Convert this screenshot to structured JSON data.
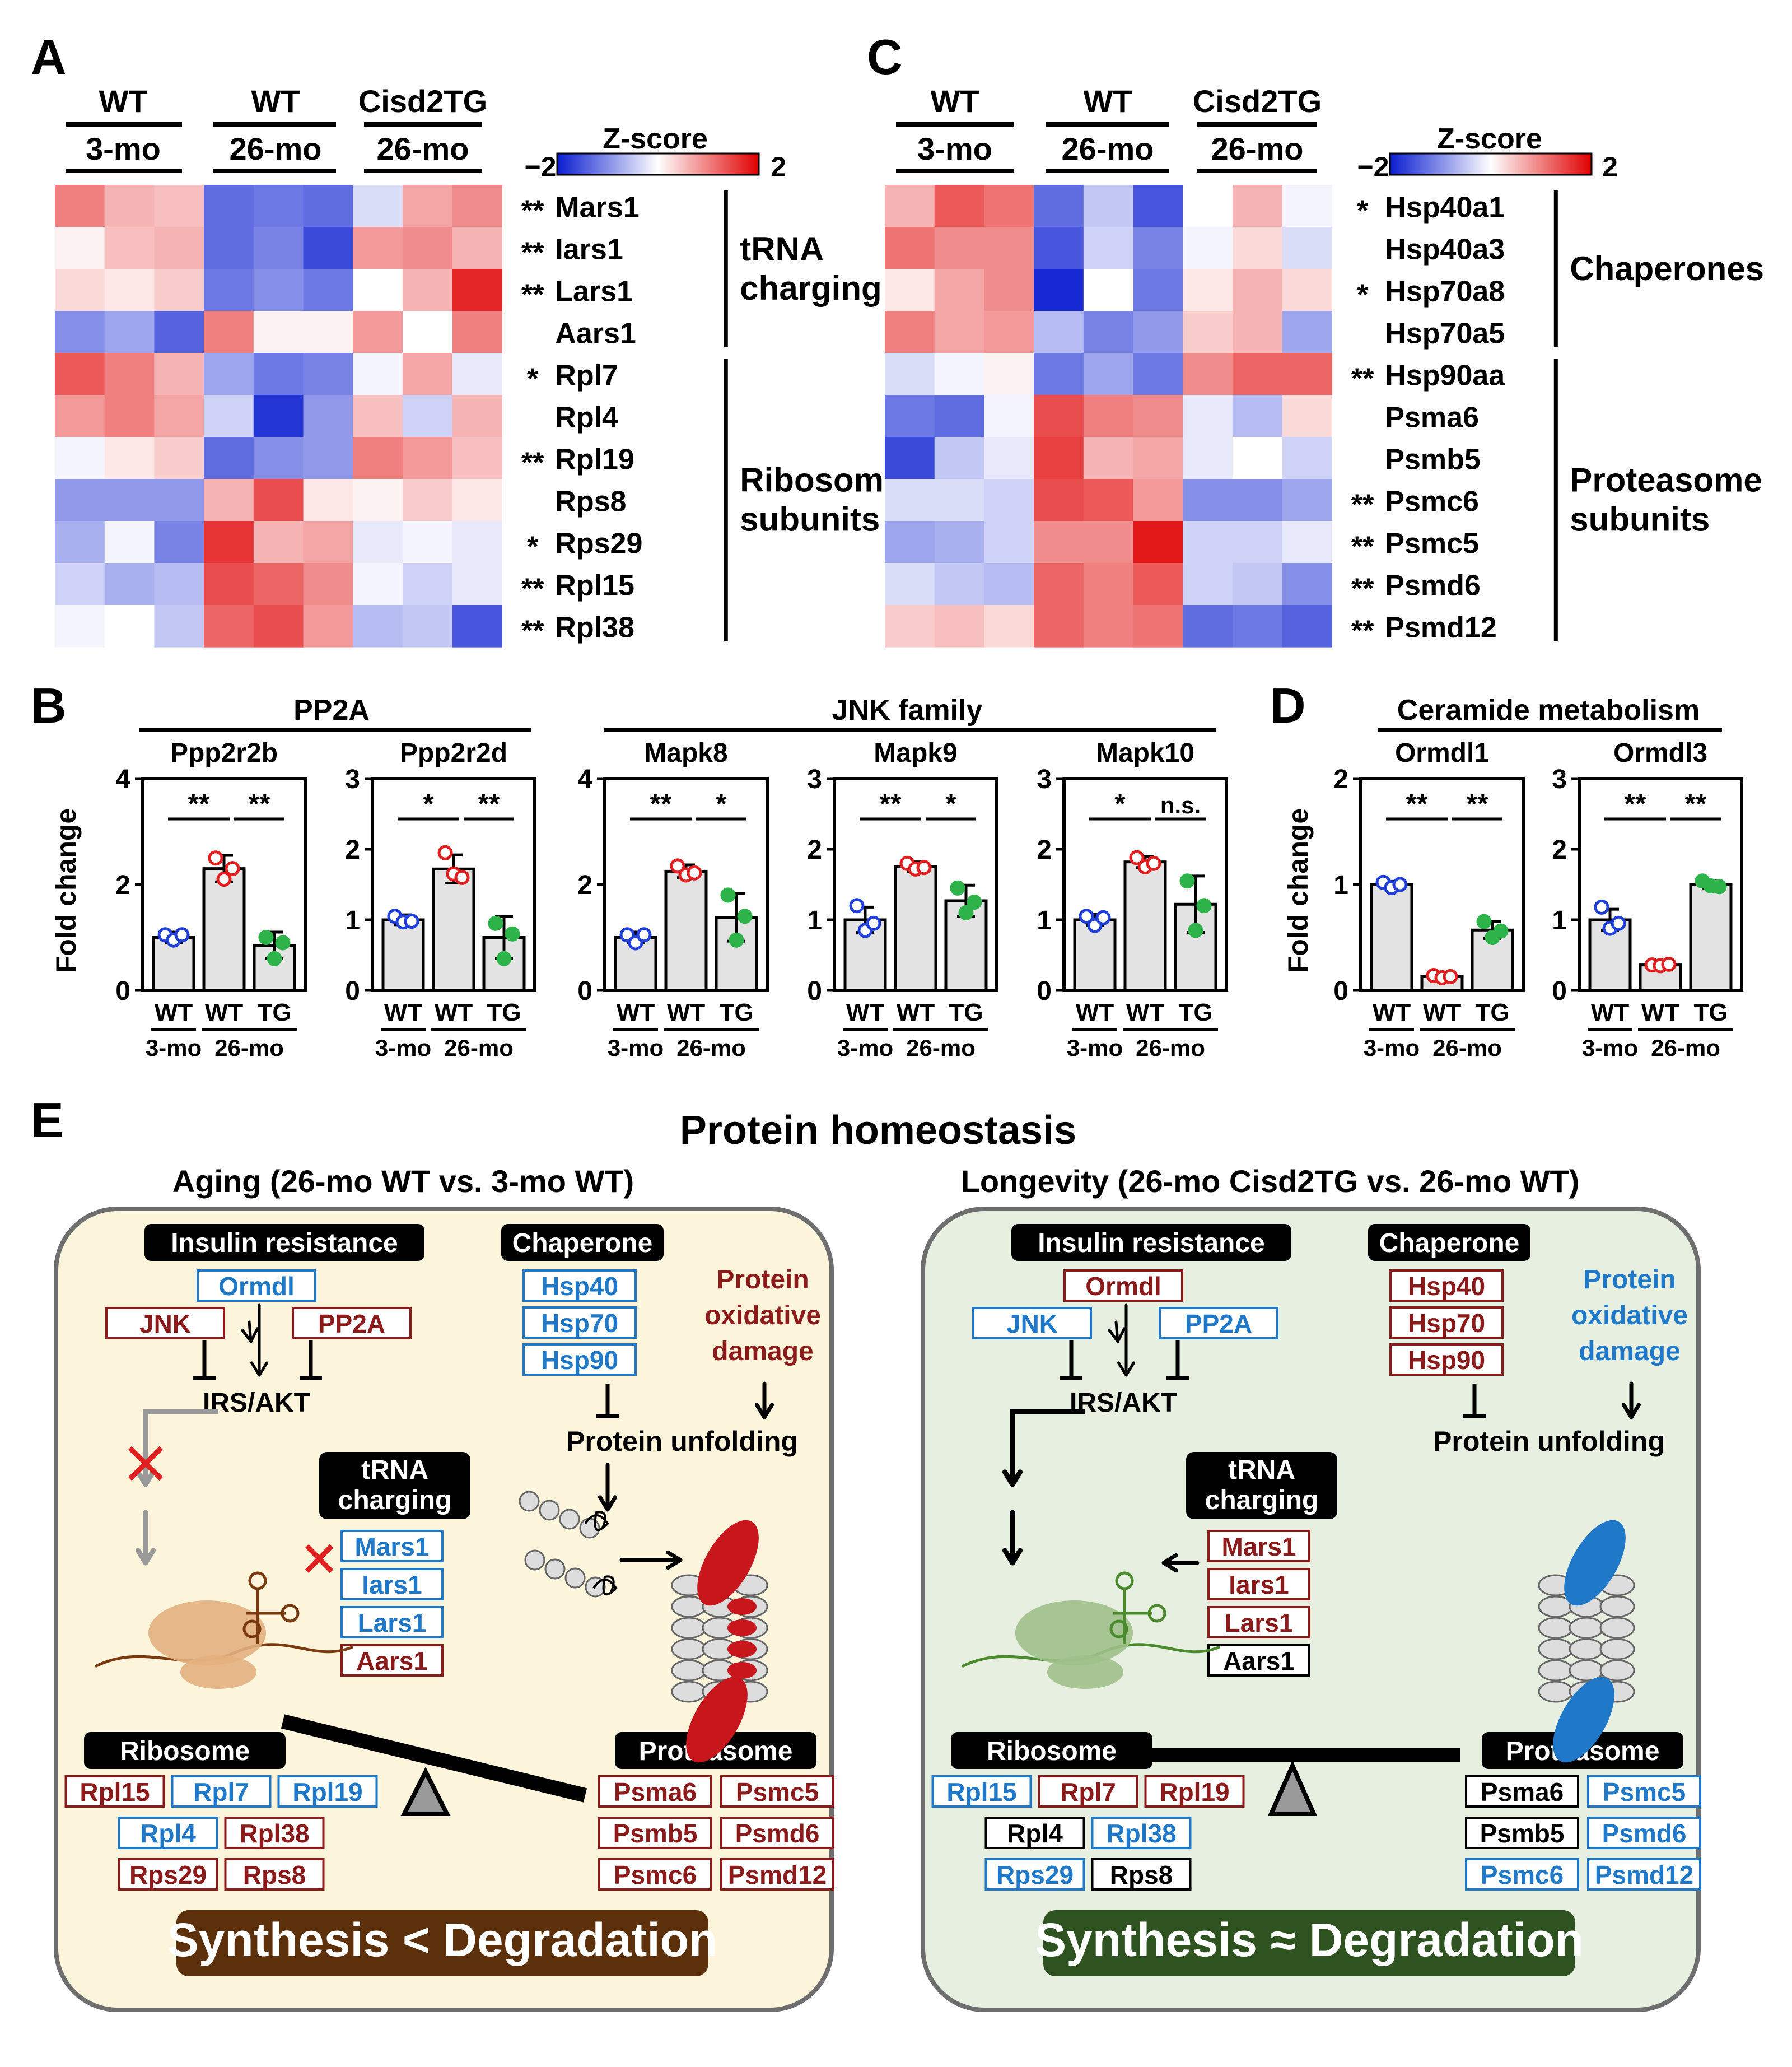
{
  "panelA": {
    "label": "A",
    "groups": [
      {
        "top": "WT",
        "bottom": "3-mo"
      },
      {
        "top": "WT",
        "bottom": "26-mo"
      },
      {
        "top": "Cisd2TG",
        "bottom": "26-mo"
      }
    ],
    "colorbar": {
      "title": "Z-score",
      "min": "−2",
      "max": "2"
    },
    "rows": [
      {
        "gene": "Mars1",
        "sig": "**"
      },
      {
        "gene": "Iars1",
        "sig": "**"
      },
      {
        "gene": "Lars1",
        "sig": "**"
      },
      {
        "gene": "Aars1",
        "sig": ""
      },
      {
        "gene": "Rpl7",
        "sig": "*"
      },
      {
        "gene": "Rpl4",
        "sig": ""
      },
      {
        "gene": "Rpl19",
        "sig": "**"
      },
      {
        "gene": "Rps8",
        "sig": ""
      },
      {
        "gene": "Rps29",
        "sig": "*"
      },
      {
        "gene": "Rpl15",
        "sig": "**"
      },
      {
        "gene": "Rpl38",
        "sig": "**"
      }
    ],
    "categories": [
      {
        "lines": [
          "tRNA",
          "charging"
        ]
      },
      {
        "lines": [
          "Ribosome",
          "subunits"
        ]
      }
    ],
    "z": [
      [
        1.0,
        0.6,
        0.5,
        -1.3,
        -1.2,
        -1.3,
        -0.3,
        0.7,
        0.9
      ],
      [
        0.1,
        0.5,
        0.6,
        -1.3,
        -1.1,
        -1.6,
        0.8,
        0.9,
        0.6
      ],
      [
        0.3,
        0.2,
        0.4,
        -1.2,
        -1.0,
        -1.2,
        0.0,
        0.6,
        1.7
      ],
      [
        -1.0,
        -0.8,
        -1.4,
        1.0,
        0.1,
        0.1,
        0.8,
        0.0,
        1.0
      ],
      [
        1.3,
        1.0,
        0.6,
        -0.8,
        -1.2,
        -1.1,
        -0.1,
        0.7,
        -0.2
      ],
      [
        0.8,
        1.0,
        0.7,
        -0.4,
        -1.8,
        -0.9,
        0.5,
        -0.4,
        0.6
      ],
      [
        -0.1,
        0.2,
        0.4,
        -1.3,
        -1.0,
        -0.9,
        1.0,
        0.8,
        0.5
      ],
      [
        -0.9,
        -0.9,
        -0.9,
        0.6,
        1.4,
        0.2,
        0.1,
        0.4,
        0.2
      ],
      [
        -0.7,
        -0.1,
        -1.1,
        1.6,
        0.6,
        0.7,
        -0.2,
        -0.1,
        -0.2
      ],
      [
        -0.4,
        -0.7,
        -0.6,
        1.4,
        1.2,
        0.9,
        -0.1,
        -0.4,
        -0.2
      ],
      [
        -0.1,
        0.0,
        -0.5,
        1.2,
        1.4,
        0.8,
        -0.6,
        -0.5,
        -1.5
      ]
    ]
  },
  "panelC": {
    "label": "C",
    "groups": [
      {
        "top": "WT",
        "bottom": "3-mo"
      },
      {
        "top": "WT",
        "bottom": "26-mo"
      },
      {
        "top": "Cisd2TG",
        "bottom": "26-mo"
      }
    ],
    "colorbar": {
      "title": "Z-score",
      "min": "−2",
      "max": "2"
    },
    "rows": [
      {
        "gene": "Hsp40a1",
        "sig": "*"
      },
      {
        "gene": "Hsp40a3",
        "sig": ""
      },
      {
        "gene": "Hsp70a8",
        "sig": "*"
      },
      {
        "gene": "Hsp70a5",
        "sig": ""
      },
      {
        "gene": "Hsp90aa",
        "sig": "**"
      },
      {
        "gene": "Psma6",
        "sig": ""
      },
      {
        "gene": "Psmb5",
        "sig": ""
      },
      {
        "gene": "Psmc6",
        "sig": "**"
      },
      {
        "gene": "Psmc5",
        "sig": "**"
      },
      {
        "gene": "Psmd6",
        "sig": "**"
      },
      {
        "gene": "Psmd12",
        "sig": "**"
      }
    ],
    "categories": [
      {
        "lines": [
          "Chaperones"
        ]
      },
      {
        "lines": [
          "Proteasome",
          "subunits"
        ]
      }
    ],
    "z": [
      [
        0.6,
        1.3,
        1.1,
        -1.3,
        -0.5,
        -1.5,
        0.0,
        0.6,
        -0.1
      ],
      [
        1.1,
        0.9,
        0.9,
        -1.5,
        -0.4,
        -1.1,
        -0.1,
        0.3,
        -0.3
      ],
      [
        0.2,
        0.7,
        0.9,
        -1.9,
        0.0,
        -1.2,
        0.2,
        0.6,
        0.3
      ],
      [
        1.0,
        0.7,
        0.8,
        -0.6,
        -1.1,
        -0.9,
        0.4,
        0.6,
        -0.8
      ],
      [
        -0.3,
        -0.1,
        0.1,
        -1.2,
        -0.8,
        -1.2,
        0.9,
        1.2,
        1.2
      ],
      [
        -1.2,
        -1.3,
        -0.1,
        1.4,
        1.0,
        0.9,
        -0.2,
        -0.6,
        0.3
      ],
      [
        -1.6,
        -0.5,
        -0.2,
        1.5,
        0.6,
        0.7,
        -0.2,
        0.0,
        -0.4
      ],
      [
        -0.3,
        -0.3,
        -0.4,
        1.4,
        1.3,
        0.8,
        -1.0,
        -1.0,
        -0.8
      ],
      [
        -0.8,
        -0.7,
        -0.4,
        0.9,
        0.9,
        1.8,
        -0.4,
        -0.4,
        -0.2
      ],
      [
        -0.3,
        -0.5,
        -0.6,
        1.2,
        1.0,
        1.3,
        -0.4,
        -0.5,
        -1.0
      ],
      [
        0.4,
        0.5,
        0.3,
        1.2,
        1.0,
        1.1,
        -1.3,
        -1.2,
        -1.4
      ]
    ]
  },
  "panelB": {
    "label": "B",
    "families": [
      "PP2A",
      "JNK family"
    ],
    "ylabel": "Fold change",
    "xticks": [
      "WT",
      "WT",
      "TG"
    ],
    "xgroups": [
      "3-mo",
      "26-mo"
    ]
  },
  "panelD": {
    "label": "D",
    "families": [
      "Ceramide metabolism"
    ],
    "ylabel": "Fold change",
    "xticks": [
      "WT",
      "WT",
      "TG"
    ],
    "xgroups": [
      "3-mo",
      "26-mo"
    ]
  },
  "chart_data": [
    {
      "type": "bar",
      "title": "Ppp2r2b",
      "categories": [
        "WT 3-mo",
        "WT 26-mo",
        "TG 26-mo"
      ],
      "values": [
        1.0,
        2.3,
        0.85
      ],
      "errors": [
        0.1,
        0.25,
        0.25
      ],
      "points": [
        [
          1.05,
          0.95,
          1.05
        ],
        [
          2.5,
          2.1,
          2.3
        ],
        [
          1.0,
          0.6,
          0.9
        ]
      ],
      "ylim": [
        0,
        4
      ],
      "yticks": [
        0,
        2,
        4
      ],
      "sig": [
        "**",
        "**"
      ]
    },
    {
      "type": "bar",
      "title": "Ppp2r2d",
      "categories": [
        "WT 3-mo",
        "WT 26-mo",
        "TG 26-mo"
      ],
      "values": [
        1.0,
        1.72,
        0.75
      ],
      "errors": [
        0.07,
        0.2,
        0.3
      ],
      "points": [
        [
          1.05,
          0.97,
          0.98
        ],
        [
          1.95,
          1.65,
          1.6
        ],
        [
          0.95,
          0.45,
          0.8
        ]
      ],
      "ylim": [
        0,
        3
      ],
      "yticks": [
        0,
        1,
        2,
        3
      ],
      "sig": [
        "*",
        "**"
      ]
    },
    {
      "type": "bar",
      "title": "Mapk8",
      "categories": [
        "WT 3-mo",
        "WT 26-mo",
        "TG 26-mo"
      ],
      "values": [
        1.0,
        2.25,
        1.38
      ],
      "errors": [
        0.1,
        0.12,
        0.45
      ],
      "points": [
        [
          1.05,
          0.9,
          1.05
        ],
        [
          2.35,
          2.18,
          2.22
        ],
        [
          1.8,
          0.95,
          1.4
        ]
      ],
      "ylim": [
        0,
        4
      ],
      "yticks": [
        0,
        2,
        4
      ],
      "sig": [
        "**",
        "*"
      ]
    },
    {
      "type": "bar",
      "title": "Mapk9",
      "categories": [
        "WT 3-mo",
        "WT 26-mo",
        "TG 26-mo"
      ],
      "values": [
        1.0,
        1.75,
        1.27
      ],
      "errors": [
        0.18,
        0.07,
        0.22
      ],
      "points": [
        [
          1.2,
          0.85,
          0.95
        ],
        [
          1.8,
          1.72,
          1.74
        ],
        [
          1.45,
          1.1,
          1.25
        ]
      ],
      "ylim": [
        0,
        3
      ],
      "yticks": [
        0,
        1,
        2,
        3
      ],
      "sig": [
        "**",
        "*"
      ]
    },
    {
      "type": "bar",
      "title": "Mapk10",
      "categories": [
        "WT 3-mo",
        "WT 26-mo",
        "TG 26-mo"
      ],
      "values": [
        1.0,
        1.82,
        1.22
      ],
      "errors": [
        0.08,
        0.08,
        0.4
      ],
      "points": [
        [
          1.05,
          0.92,
          1.03
        ],
        [
          1.88,
          1.75,
          1.8
        ],
        [
          1.55,
          0.85,
          1.2
        ]
      ],
      "ylim": [
        0,
        3
      ],
      "yticks": [
        0,
        1,
        2,
        3
      ],
      "sig": [
        "*",
        "n.s."
      ]
    },
    {
      "type": "bar",
      "title": "Ormdl1",
      "categories": [
        "WT 3-mo",
        "WT 26-mo",
        "TG 26-mo"
      ],
      "values": [
        1.0,
        0.13,
        0.57
      ],
      "errors": [
        0.03,
        0.02,
        0.08
      ],
      "points": [
        [
          1.02,
          0.97,
          1.0
        ],
        [
          0.14,
          0.12,
          0.13
        ],
        [
          0.65,
          0.5,
          0.56
        ]
      ],
      "ylim": [
        0,
        2
      ],
      "yticks": [
        0,
        1,
        2
      ],
      "sig": [
        "**",
        "**"
      ]
    },
    {
      "type": "bar",
      "title": "Ormdl3",
      "categories": [
        "WT 3-mo",
        "WT 26-mo",
        "TG 26-mo"
      ],
      "values": [
        1.0,
        0.36,
        1.5
      ],
      "errors": [
        0.15,
        0.03,
        0.05
      ],
      "points": [
        [
          1.18,
          0.88,
          0.95
        ],
        [
          0.36,
          0.35,
          0.37
        ],
        [
          1.55,
          1.48,
          1.47
        ]
      ],
      "ylim": [
        0,
        3
      ],
      "yticks": [
        0,
        1,
        2,
        3
      ],
      "sig": [
        "**",
        "**"
      ]
    }
  ],
  "panelE": {
    "label": "E",
    "title": "Protein homeostasis",
    "left": {
      "subtitle": "Aging (26-mo WT vs. 3-mo WT)",
      "insulin_header": "Insulin resistance",
      "ormdl": "Ormdl",
      "jnk": "JNK",
      "pp2a": "PP2A",
      "irs": "IRS/AKT",
      "chaperone_header": "Chaperone",
      "chaperones": [
        "Hsp40",
        "Hsp70",
        "Hsp90"
      ],
      "oxidative": [
        "Protein",
        "oxidative",
        "damage"
      ],
      "unfolding": "Protein unfolding",
      "trna_header": [
        "tRNA",
        "charging"
      ],
      "trna": [
        "Mars1",
        "Iars1",
        "Lars1",
        "Aars1"
      ],
      "ribosome_header": "Ribosome",
      "ribosome": [
        "Rpl15",
        "Rpl7",
        "Rpl19",
        "Rpl4",
        "Rpl38",
        "Rps29",
        "Rps8"
      ],
      "proteasome_header": "Proteasome",
      "proteasome": [
        "Psma6",
        "Psmc5",
        "Psmb5",
        "Psmd6",
        "Psmc6",
        "Psmd12"
      ],
      "banner": "Synthesis  <  Degradation"
    },
    "right": {
      "subtitle": "Longevity (26-mo Cisd2TG vs. 26-mo WT)",
      "insulin_header": "Insulin resistance",
      "ormdl": "Ormdl",
      "jnk": "JNK",
      "pp2a": "PP2A",
      "irs": "IRS/AKT",
      "chaperone_header": "Chaperone",
      "chaperones": [
        "Hsp40",
        "Hsp70",
        "Hsp90"
      ],
      "oxidative": [
        "Protein",
        "oxidative",
        "damage"
      ],
      "unfolding": "Protein unfolding",
      "trna_header": [
        "tRNA",
        "charging"
      ],
      "trna": [
        "Mars1",
        "Iars1",
        "Lars1",
        "Aars1"
      ],
      "ribosome_header": "Ribosome",
      "ribosome": [
        "Rpl15",
        "Rpl7",
        "Rpl19",
        "Rpl4",
        "Rpl38",
        "Rps29",
        "Rps8"
      ],
      "proteasome_header": "Proteasome",
      "proteasome": [
        "Psma6",
        "Psmc5",
        "Psmb5",
        "Psmd6",
        "Psmc6",
        "Psmd12"
      ],
      "banner": "Synthesis  ≈  Degradation"
    }
  },
  "colors": {
    "up": "#8b1a1a",
    "down": "#1f78c8",
    "unchanged": "#000000",
    "wt3": "#1f3fd8",
    "wt26": "#e02020",
    "tg26": "#2db34a",
    "aging_bg": "#fdf4dc",
    "longevity_bg": "#e6efe0",
    "aging_banner": "#5c300a",
    "longevity_banner": "#2e5320"
  }
}
